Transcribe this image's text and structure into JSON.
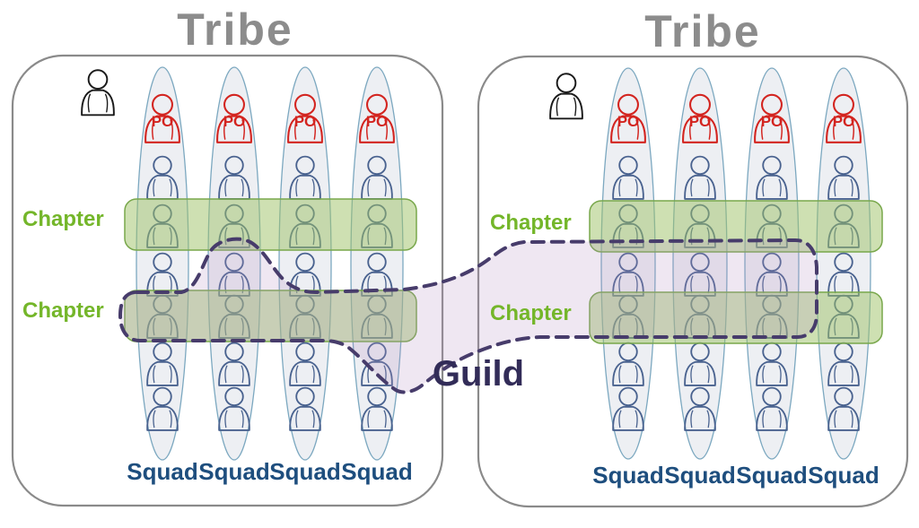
{
  "diagram": {
    "name": "spotify-model-organization-diagram",
    "labels": {
      "tribe": "Tribe",
      "chapter": "Chapter",
      "squad": "Squad",
      "guild": "Guild",
      "po": "PO"
    },
    "structure": {
      "tribes": 2,
      "squads_per_tribe": 4,
      "chapters_per_tribe": 2,
      "members_per_squad": 7,
      "po_per_squad": 1,
      "guilds": 1
    },
    "colors": {
      "tribe_title": "#8c8c8c",
      "tribe_border": "#8a8a8a",
      "squad_ellipse_fill": "#edeff3",
      "squad_ellipse_stroke": "#7ca8c0",
      "person_stroke": "#49628f",
      "po_stroke": "#d3241f",
      "lead_stroke": "#1a1a1a",
      "chapter_text": "#74b62a",
      "chapter_band_fill": "rgba(158,193,102,0.5)",
      "chapter_band_border": "#78a74b",
      "squad_text": "#1e4e7e",
      "guild_fill": "rgba(182,147,197,0.22)",
      "guild_stroke": "#473c6b",
      "guild_text": "#322c58"
    }
  }
}
